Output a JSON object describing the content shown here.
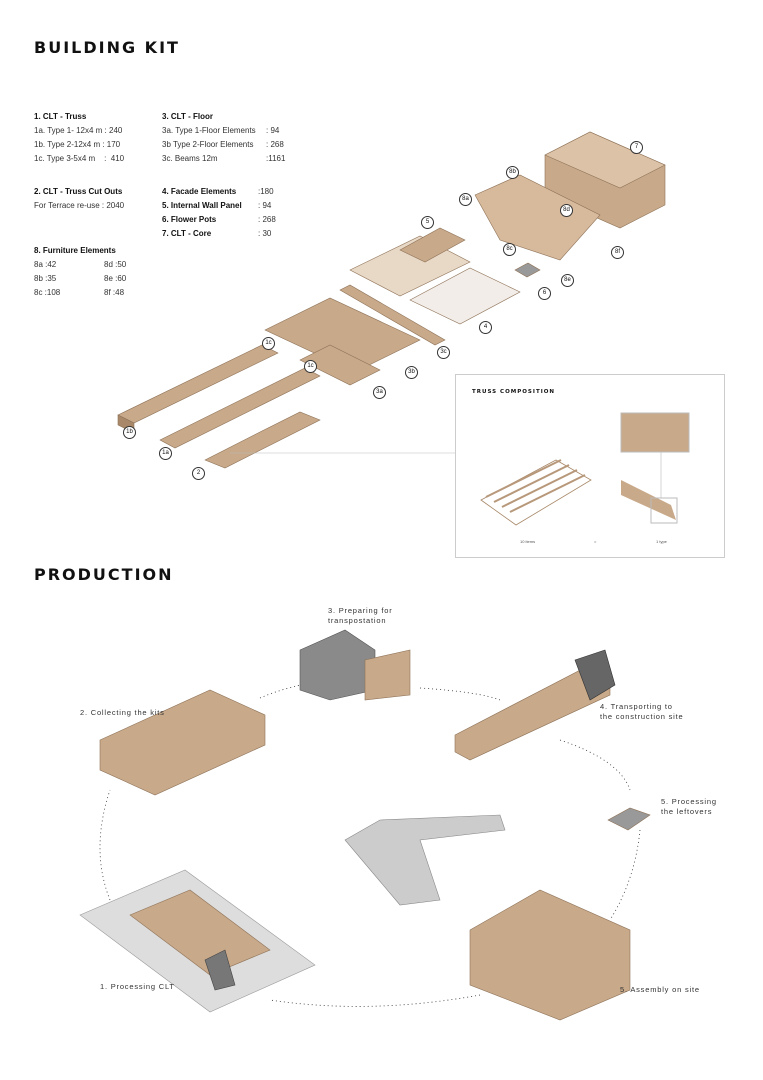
{
  "building_kit": {
    "title": "BUILDING KIT",
    "truss": {
      "heading": "1. CLT - Truss",
      "items": [
        "1a. Type 1- 12x4 m : 240",
        "1b. Type 2-12x4 m  : 170",
        "1c. Type 3-5x4 m    :  410"
      ]
    },
    "cutouts": {
      "heading": "2. CLT - Truss Cut Outs",
      "items": [
        "For Terrace re-use : 2040"
      ]
    },
    "furniture": {
      "heading": "8. Furniture Elements",
      "col1": [
        "8a :42",
        "8b :35",
        "8c :108"
      ],
      "col2": [
        "8d :50",
        "8e :60",
        "8f :48"
      ]
    },
    "floor": {
      "heading": "3. CLT - Floor",
      "items": [
        {
          "label": "3a. Type 1-Floor Elements",
          "value": " : 94"
        },
        {
          "label": "3b Type 2-Floor Elements",
          "value": " : 268"
        },
        {
          "label": "3c. Beams 12m",
          "value": ":1161"
        }
      ]
    },
    "others": [
      {
        "label": "4. Facade Elements",
        "value": ":180"
      },
      {
        "label": "5. Internal Wall Panel",
        "value": ": 94"
      },
      {
        "label": "6. Flower Pots",
        "value": ": 268"
      },
      {
        "label": "7. CLT - Core",
        "value": ": 30"
      }
    ],
    "tags": [
      "7",
      "8b",
      "8a",
      "8d",
      "5",
      "8c",
      "8f",
      "8e",
      "6",
      "4",
      "1c",
      "3c",
      "1c",
      "3b",
      "3a",
      "1b",
      "1a",
      "2"
    ]
  },
  "truss_composition": {
    "title": "TRUSS COMPOSITION",
    "captions": [
      "10 items",
      "=",
      "1 type"
    ]
  },
  "production": {
    "title": "PRODUCTION",
    "steps": [
      "3. Preparing for\ntranspostation",
      "2. Collecting the kits",
      "4. Transporting to\nthe construction site",
      "5. Processing\nthe leftovers",
      "1. Processing CLT",
      "5. Assembly on site"
    ]
  },
  "colors": {
    "wood": "#c8a98a",
    "wood_dark": "#a88868",
    "machine": "#8a8a8a"
  }
}
